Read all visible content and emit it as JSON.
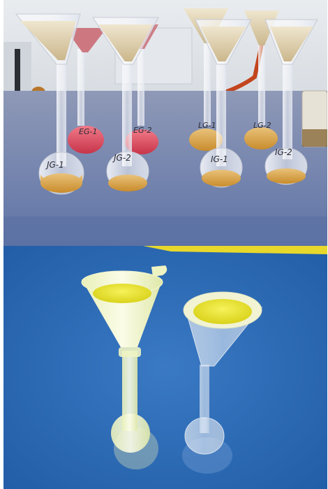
{
  "top_photo": {
    "flask_labels": [
      "JG-1",
      "EG-1",
      "JG-2",
      "EG-2",
      "LG-1",
      "IG-1",
      "LG-2",
      "IG-2"
    ]
  },
  "bottom_photo": {}
}
